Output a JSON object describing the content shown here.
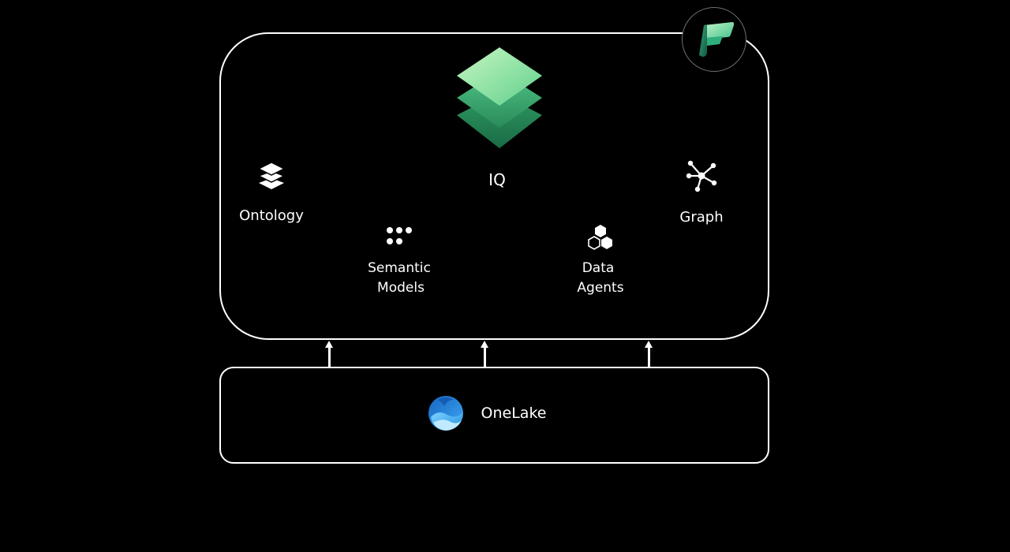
{
  "diagram": {
    "iq_label": "IQ",
    "ontology_label": "Ontology",
    "semantic_models_line1": "Semantic",
    "semantic_models_line2": "Models",
    "data_agents_line1": "Data",
    "data_agents_line2": "Agents",
    "graph_label": "Graph",
    "onelake_label": "OneLake"
  },
  "icons": {
    "fabric": "fabric-logo-icon",
    "iq": "layers-stack-icon",
    "ontology": "stacked-layers-icon",
    "semantic_models": "dot-grid-icon",
    "data_agents": "hexagon-cluster-icon",
    "graph": "network-graph-icon",
    "onelake": "onelake-logo-icon"
  },
  "colors": {
    "background": "#000000",
    "stroke": "#ffffff",
    "iq_green_light": "#9be8a8",
    "iq_green_dark": "#1f7a4e",
    "onelake_blue": "#1e8fe0"
  }
}
